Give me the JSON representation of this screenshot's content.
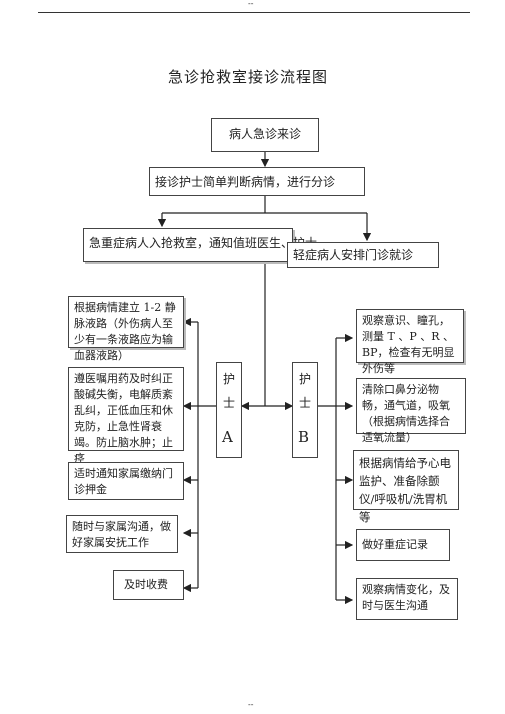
{
  "header": {
    "mark": "--"
  },
  "footer": {
    "mark": "--"
  },
  "title": "急诊抢救室接诊流程图",
  "nodes": {
    "patient": "病人急诊来诊",
    "triage": "接诊护士简单判断病情，进行分诊",
    "critical": "急重症病人入抢救室，通知值班医生、护士",
    "mild": "轻症病人安排门诊就诊",
    "nurse_a": {
      "label_top": "护",
      "label_mid": "士",
      "label_bottom": "A"
    },
    "nurse_b": {
      "label_top": "护",
      "label_mid": "士",
      "label_bottom": "B"
    },
    "left": {
      "iv": "根据病情建立 1-2 静脉液路（外伤病人至少有一条液路应为输血器液路）",
      "meds": "遵医嘱用药及时纠正酸碱失衡，电解质紊乱纠，正低血压和休克防，止急性肾衰竭。防止脑水肿；止痉",
      "deposit": "适时通知家属缴纳门诊押金",
      "family": "随时与家属沟通，做好家属安抚工作",
      "fees": "及时收费"
    },
    "right": {
      "observe": "观察意识、瞳孔，测量 T 、P 、R 、BP，检查有无明显外伤等",
      "airway": "清除口鼻分泌物畅，通气道，吸氧（根据病情选择合适氧流量）",
      "monitor": "根据病情给予心电监护、准备除颤仪/呼吸机/洗胃机等",
      "record": "做好重症记录",
      "changes": "观察病情变化，及时与医生沟通"
    }
  }
}
